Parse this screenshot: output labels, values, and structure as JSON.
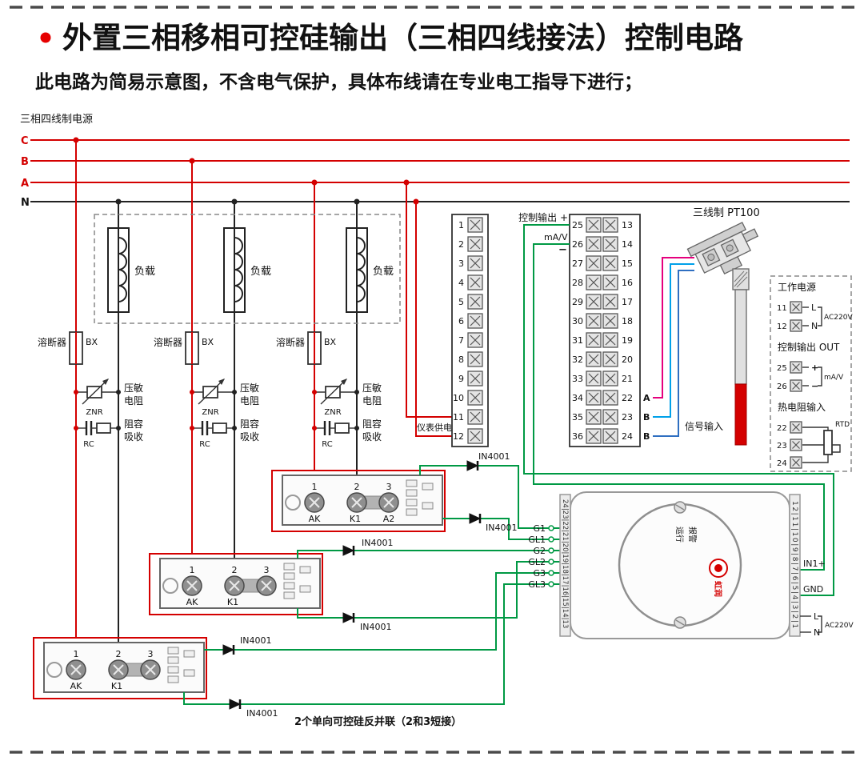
{
  "page": {
    "title": "外置三相移相可控硅输出（三相四线接法）控制电路",
    "subtitle": "此电路为简易示意图，不含电气保护，具体布线请在专业电工指导下进行；",
    "note": "2个单向可控硅反并联（2和3短接）"
  },
  "power": {
    "label": "三相四线制电源",
    "phases": [
      "C",
      "B",
      "A",
      "N"
    ]
  },
  "branch": {
    "load_label": "负载",
    "fuse_label": "溶断器",
    "fuse_type": "BX",
    "varistor_line1": "压敏",
    "varistor_line2": "电阻",
    "varistor_code": "ZNR",
    "rc_line1": "阻容",
    "rc_line2": "吸收",
    "rc_code": "RC"
  },
  "instrument": {
    "left_terminals": [
      "1",
      "2",
      "3",
      "4",
      "5",
      "6",
      "7",
      "8",
      "9",
      "10",
      "11",
      "12"
    ],
    "mid_terminals": [
      "25",
      "26",
      "27",
      "28",
      "29",
      "30",
      "31",
      "32",
      "33",
      "34",
      "35",
      "36"
    ],
    "right_terminals": [
      "13",
      "14",
      "15",
      "16",
      "17",
      "18",
      "19",
      "20",
      "21",
      "22",
      "23",
      "24"
    ],
    "control_output_label": "控制输出 +",
    "control_output_unit": "mA/V",
    "control_output_minus": "−",
    "meter_supply_label": "仪表供电",
    "signal_input_label": "信号输入",
    "rtd_wire_labels": [
      "A",
      "B",
      "B"
    ]
  },
  "pt100": {
    "label": "三线制 PT100"
  },
  "scr_module": {
    "terminal_numbers": [
      "1",
      "2",
      "3"
    ],
    "label_ak": "AK",
    "label_k1": "K1",
    "label_a2": "A2",
    "diode_label": "IN4001"
  },
  "gate_wires": [
    "G1",
    "GL1",
    "G2",
    "GL2",
    "G3",
    "GL3"
  ],
  "trigger_device": {
    "left_strip": "24|23|22|21|20|19|18|17|16|15|14|13",
    "right_strip": "12|11|10|9|8|7|6|5|4|3|2|1",
    "run_label": "运行",
    "alarm_label": "报警",
    "brand": "虹润",
    "pin_in1": "IN1+",
    "pin_gnd": "GND",
    "pin_l": "L",
    "pin_n": "N",
    "pin_ac": "AC220V"
  },
  "side_panel": {
    "power_title": "工作电源",
    "power_rows": [
      {
        "n": "11",
        "t": "L"
      },
      {
        "n": "12",
        "t": "N"
      }
    ],
    "power_note": "AC220V",
    "output_title": "控制输出 OUT",
    "output_rows": [
      {
        "n": "25",
        "t": "+"
      },
      {
        "n": "26",
        "t": "−"
      }
    ],
    "output_note": "mA/V",
    "rtd_title": "热电阻输入",
    "rtd_rows": [
      {
        "n": "22"
      },
      {
        "n": "23"
      },
      {
        "n": "24"
      }
    ],
    "rtd_note": "RTD"
  },
  "colors": {
    "phase": "#d40000",
    "neutral": "#222222",
    "gate": "#009944",
    "rtd_a": "#e5007d",
    "rtd_b1": "#00a0e9",
    "rtd_b2": "#2f6fc1",
    "brand": "#d40000"
  }
}
